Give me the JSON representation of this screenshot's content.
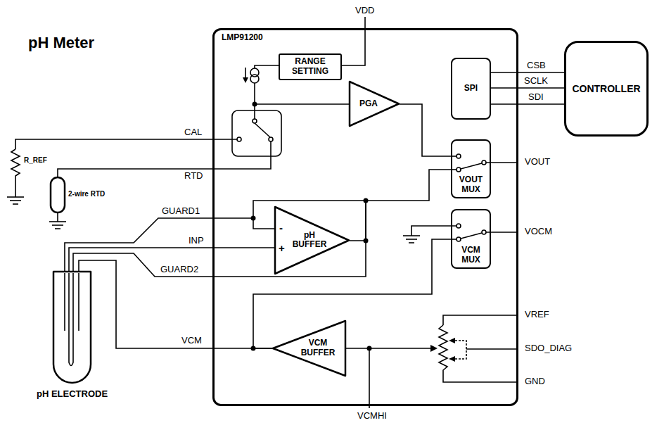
{
  "diagram": {
    "title": "pH Meter",
    "nodes": [
      {
        "text": [
          "LMP91200"
        ]
      },
      {
        "text": [
          "RANGE SETTING"
        ],
        "in": 0
      },
      {
        "text": [
          "PGA"
        ],
        "in": 0
      },
      {
        "text": [
          "SPI"
        ],
        "in": 0
      },
      {
        "text": [
          "VOUT MUX"
        ],
        "in": 0
      },
      {
        "text": [
          "pH BUFFER"
        ],
        "in": 0
      },
      {
        "text": [
          "VCM MUX"
        ],
        "in": 0
      },
      {
        "text": [
          "VCM BUFFER"
        ],
        "in": 0
      },
      {
        "text": [
          "CONTROLLER"
        ]
      },
      {
        "text": [
          "pH ELECTRODE"
        ]
      }
    ],
    "edges": [
      {
        "from": 3,
        "to": 8,
        "arrow": "none",
        "label": "CSB"
      },
      {
        "from": 3,
        "to": 8,
        "arrow": "none",
        "label": "SCLK"
      },
      {
        "from": 3,
        "to": 8,
        "arrow": "none",
        "label": "SDI"
      },
      {
        "from": 2,
        "to": 4,
        "arrow": "none"
      },
      {
        "from": 5,
        "to": 4,
        "arrow": "none"
      },
      {
        "from": 7,
        "to": 6,
        "arrow": "none"
      },
      {
        "from": 9,
        "to": 0,
        "arrow": "none"
      },
      {
        "from": 9,
        "to": 0,
        "arrow": "none"
      },
      {
        "from": 9,
        "to": 0,
        "arrow": "none"
      },
      {
        "from": 9,
        "to": 0,
        "arrow": "none"
      }
    ],
    "labels": [
      "VDD",
      "CAL",
      "RTD",
      "R_REF",
      "2-wire RTD",
      "GUARD1",
      "-",
      "INP",
      "+",
      "GUARD2",
      "VCM",
      "VCMHI",
      "VOUT",
      "VOCM",
      "VREF",
      "SDO_DIAG",
      "GND"
    ]
  }
}
